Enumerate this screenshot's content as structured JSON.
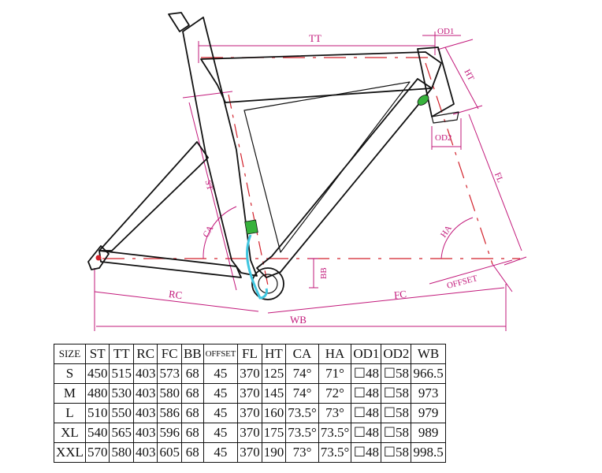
{
  "diagram": {
    "labels": {
      "tt": "TT",
      "od1": "OD1",
      "ht": "HT",
      "od2": "OD2",
      "fl": "FL",
      "st": "ST",
      "ca": "CA",
      "ha": "HA",
      "bb": "BB",
      "offset": "OFFSET",
      "rc": "RC",
      "fc": "FC",
      "wb": "WB"
    },
    "colors": {
      "dimension": "#c2187a",
      "reference": "#d2202a",
      "frame": "#111111",
      "cable": "#3fc6e0",
      "port": "#37b23c"
    }
  },
  "table": {
    "headers": [
      "SIZE",
      "ST",
      "TT",
      "RC",
      "FC",
      "BB",
      "OFFSET",
      "FL",
      "HT",
      "CA",
      "HA",
      "OD1",
      "OD2",
      "WB"
    ],
    "rows": [
      [
        "S",
        "450",
        "515",
        "403",
        "573",
        "68",
        "45",
        "370",
        "125",
        "74°",
        "71°",
        "☐48",
        "☐58",
        "966.5"
      ],
      [
        "M",
        "480",
        "530",
        "403",
        "580",
        "68",
        "45",
        "370",
        "145",
        "74°",
        "72°",
        "☐48",
        "☐58",
        "973"
      ],
      [
        "L",
        "510",
        "550",
        "403",
        "586",
        "68",
        "45",
        "370",
        "160",
        "73.5°",
        "73°",
        "☐48",
        "☐58",
        "979"
      ],
      [
        "XL",
        "540",
        "565",
        "403",
        "596",
        "68",
        "45",
        "370",
        "175",
        "73.5°",
        "73.5°",
        "☐48",
        "☐58",
        "989"
      ],
      [
        "XXL",
        "570",
        "580",
        "403",
        "605",
        "68",
        "45",
        "370",
        "190",
        "73°",
        "73.5°",
        "☐48",
        "☐58",
        "998.5"
      ]
    ]
  }
}
